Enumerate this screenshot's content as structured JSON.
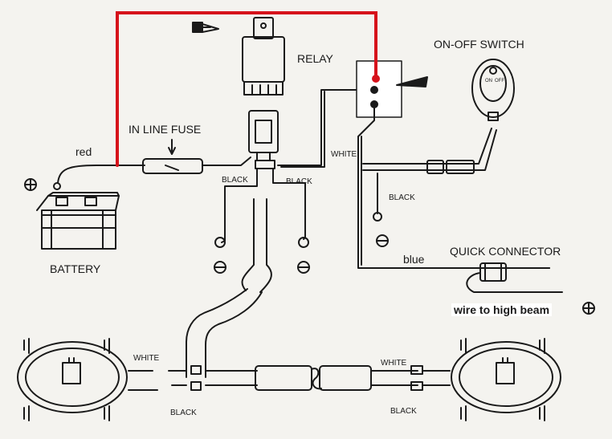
{
  "labels": {
    "relay": "RELAY",
    "on_off_switch": "ON-OFF SWITCH",
    "in_line_fuse": "IN LINE FUSE",
    "red": "red",
    "white_relay": "WHITE",
    "black_left": "BLACK",
    "black_right": "BLACK",
    "black_switch": "BLACK",
    "battery": "BATTERY",
    "blue": "blue",
    "quick_connector": "QUICK CONNECTOR",
    "wire_to_high_beam": "wire to high beam",
    "white_left_lamp": "WHITE",
    "white_right_lamp": "WHITE",
    "black_bottom_left": "BLACK",
    "black_bottom_right": "BLACK"
  },
  "switch_face": {
    "left": "ON",
    "right": "OFF"
  },
  "colors": {
    "red_wire": "#d6121b",
    "black_wire": "#1a1a1a",
    "background": "#f4f3ef"
  }
}
